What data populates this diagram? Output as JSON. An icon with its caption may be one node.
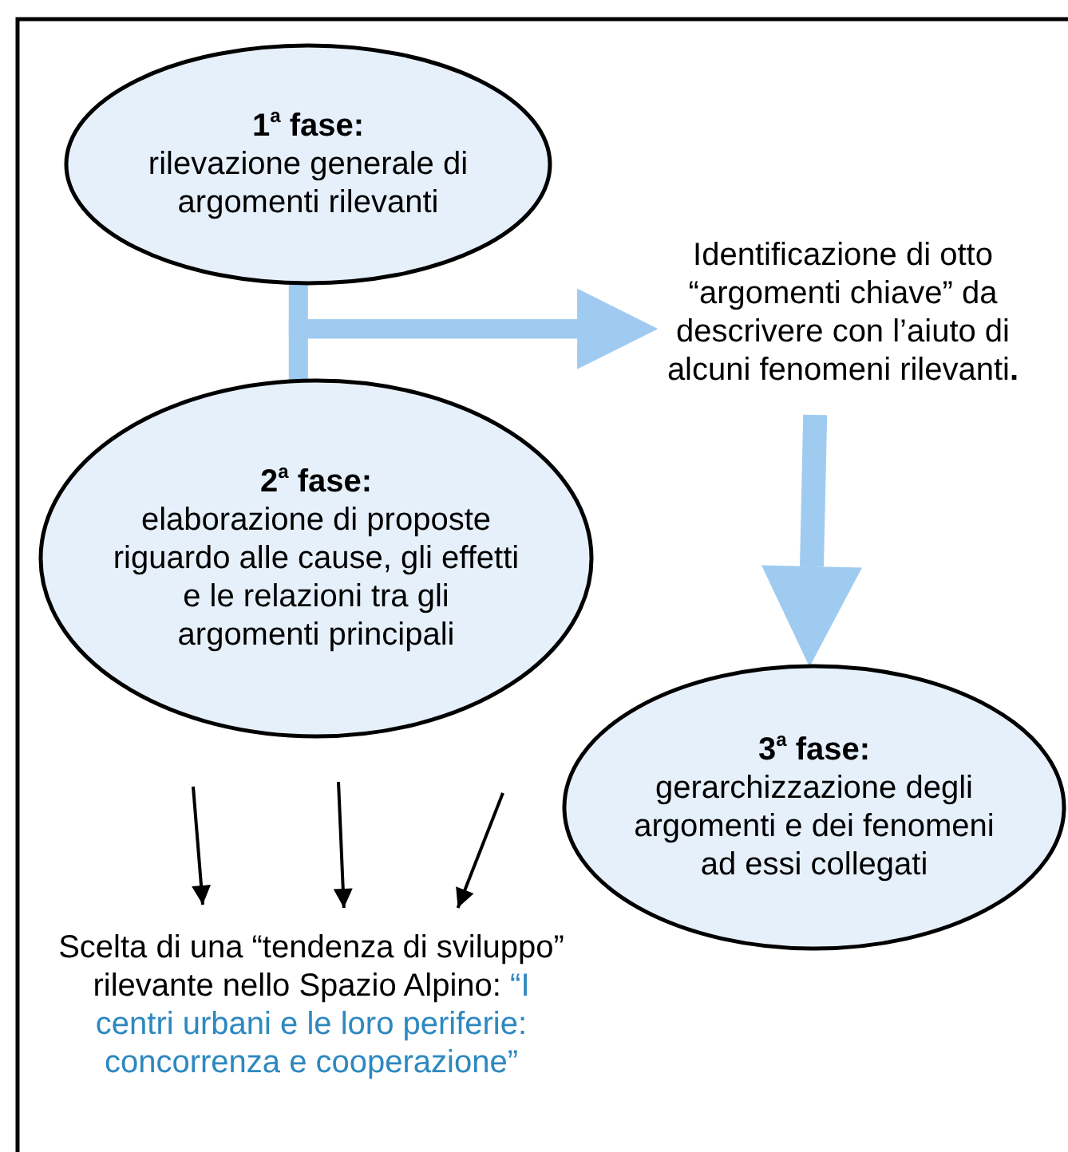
{
  "diagram": {
    "nodes": [
      {
        "text": [
          "1$^{a}$ fase:",
          "rilevazione generale di argomenti rilevanti"
        ]
      },
      {
        "text": [
          "2$^{a}$ fase:",
          "elaborazione di proposte riguardo alle cause, gli effetti e le relazioni tra gli argomenti principali"
        ]
      },
      {
        "text": [
          "Identificazione di otto “argomenti chiave” da descrivere con l’aiuto di alcuni fenomeni rilevanti**.**"
        ]
      },
      {
        "text": [
          "3$^{a}$ fase:",
          "gerarchizzazione degli argomenti e dei fenomeni ad essi collegati"
        ]
      },
      {
        "text": [
          "Scelta di una “tendenza di sviluppo” rilevante nello Spazio Alpino:",
          "“I centri urbani e le loro periferie: concorrenza  e cooperazione”"
        ]
      }
    ],
    "edges": [
      {
        "from": 0,
        "to": 2,
        "arrow": "to",
        "style": "thick",
        "color": "#a0cbf0"
      },
      {
        "from": 1,
        "to": 2,
        "arrow": "to",
        "style": "thick",
        "color": "#a0cbf0"
      },
      {
        "from": 2,
        "to": 3,
        "arrow": "to",
        "style": "thick",
        "color": "#a0cbf0"
      },
      {
        "from": null,
        "to": 4,
        "arrow": "to",
        "color": "#000000"
      },
      {
        "from": null,
        "to": 4,
        "arrow": "to",
        "color": "#000000"
      },
      {
        "from": null,
        "to": 4,
        "arrow": "to",
        "color": "#000000"
      }
    ]
  }
}
